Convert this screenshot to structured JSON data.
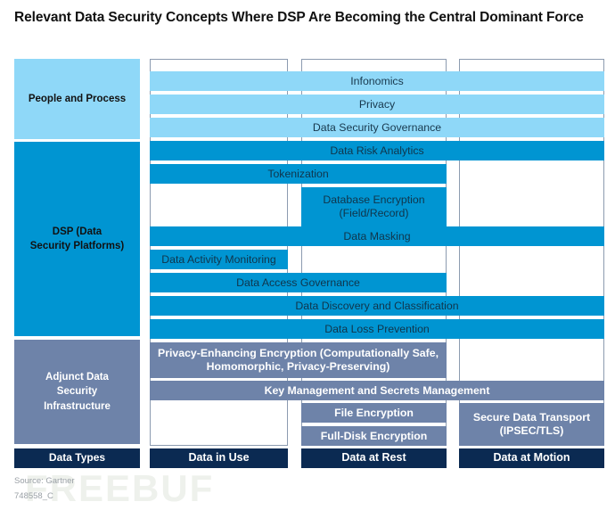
{
  "title": "Relevant Data Security Concepts Where DSP Are Becoming the Central Dominant Force",
  "colors": {
    "light_blue": "#8FD8F8",
    "blue": "#0095D2",
    "gray_blue": "#6E83A9",
    "navy": "#0B2A52",
    "outline": "#8C9BB0",
    "watermark": "#EEF1EC"
  },
  "row_labels": {
    "people_and_process": "People and Process",
    "dsp": "DSP (Data\nSecurity Platforms)",
    "dsp_line1": "DSP (Data",
    "dsp_line2": "Security Platforms)",
    "adjunct_line1": "Adjunct Data",
    "adjunct_line2": "Security",
    "adjunct_line3": "Infrastructure",
    "data_types": "Data Types"
  },
  "columns": [
    {
      "id": "data-in-use",
      "label": "Data in Use"
    },
    {
      "id": "data-at-rest",
      "label": "Data at Rest"
    },
    {
      "id": "data-at-motion",
      "label": "Data at Motion"
    }
  ],
  "bars": [
    {
      "label": "Infonomics",
      "section": "people",
      "style": "lightblue",
      "cols": "1-3"
    },
    {
      "label": "Privacy",
      "section": "people",
      "style": "lightblue",
      "cols": "1-3"
    },
    {
      "label": "Data Security Governance",
      "section": "people",
      "style": "lightblue",
      "cols": "1-3"
    },
    {
      "label": "Data Risk Analytics",
      "section": "dsp",
      "style": "blue",
      "cols": "1-3"
    },
    {
      "label": "Tokenization",
      "section": "dsp",
      "style": "blue",
      "cols": "1-2"
    },
    {
      "label": "Database Encryption (Field/Record)",
      "section": "dsp",
      "style": "blue",
      "cols": "2"
    },
    {
      "label": "Data Masking",
      "section": "dsp",
      "style": "blue",
      "cols": "1-3"
    },
    {
      "label": "Data Activity Monitoring",
      "section": "dsp",
      "style": "blue",
      "cols": "1"
    },
    {
      "label": "Data Access Governance",
      "section": "dsp",
      "style": "blue",
      "cols": "1-2"
    },
    {
      "label": "Data Discovery and Classification",
      "section": "dsp",
      "style": "blue",
      "cols": "1-3"
    },
    {
      "label": "Data Loss Prevention",
      "section": "dsp",
      "style": "blue",
      "cols": "1-3"
    },
    {
      "label": "Privacy-Enhancing Encryption (Computationally Safe, Homomorphic, Privacy-Preserving)",
      "section": "adjunct",
      "style": "gray",
      "cols": "1-2"
    },
    {
      "label": "Key Management and Secrets Management",
      "section": "adjunct",
      "style": "gray",
      "cols": "1-3"
    },
    {
      "label": "File Encryption",
      "section": "adjunct",
      "style": "gray",
      "cols": "2"
    },
    {
      "label": "Full-Disk Encryption",
      "section": "adjunct",
      "style": "gray",
      "cols": "2"
    },
    {
      "label": "Secure Data Transport (IPSEC/TLS)",
      "section": "adjunct",
      "style": "gray",
      "cols": "3"
    }
  ],
  "bar_labels": {
    "infonomics": "Infonomics",
    "privacy": "Privacy",
    "data_security_governance": "Data Security Governance",
    "data_risk_analytics": "Data Risk Analytics",
    "tokenization": "Tokenization",
    "database_encryption": "Database Encryption (Field/Record)",
    "data_masking": "Data Masking",
    "data_activity_monitoring": "Data Activity Monitoring",
    "data_access_governance": "Data Access Governance",
    "data_discovery_and_classification": "Data Discovery and Classification",
    "data_loss_prevention": "Data Loss Prevention",
    "privacy_enhancing_encryption": "Privacy-Enhancing Encryption (Computationally Safe, Homomorphic, Privacy-Preserving)",
    "key_management": "Key Management and Secrets Management",
    "file_encryption": "File Encryption",
    "full_disk_encryption": "Full-Disk Encryption",
    "secure_data_transport": "Secure Data Transport (IPSEC/TLS)"
  },
  "source": {
    "line1": "Source: Gartner",
    "line2": "748558_C"
  },
  "watermark": "FREEBUF"
}
